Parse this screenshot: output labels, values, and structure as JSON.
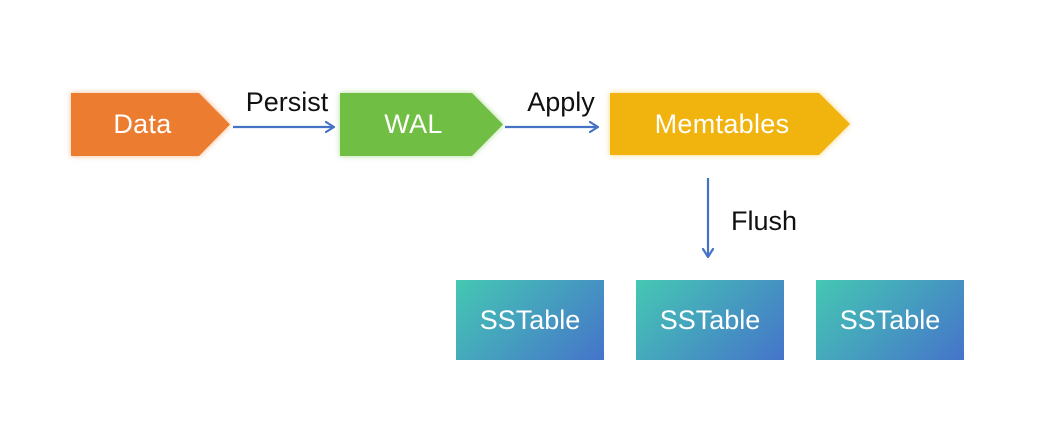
{
  "canvas": {
    "background": "#ffffff"
  },
  "nodes": {
    "data": {
      "label": "Data",
      "color": "#EC7D30",
      "text_color": "#ffffff",
      "shape": "right-arrow-pentagon"
    },
    "wal": {
      "label": "WAL",
      "color": "#70BE44",
      "text_color": "#ffffff",
      "shape": "right-arrow-pentagon"
    },
    "memtables": {
      "label": "Memtables",
      "color": "#F1B30E",
      "text_color": "#ffffff",
      "shape": "right-arrow-pentagon"
    },
    "sstables": [
      {
        "label": "SSTable"
      },
      {
        "label": "SSTable"
      },
      {
        "label": "SSTable"
      }
    ],
    "sstable_gradient": {
      "start": "#45C8B3",
      "end": "#4574CA"
    }
  },
  "edges": {
    "persist": {
      "label": "Persist",
      "from": "Data",
      "to": "WAL",
      "direction": "right"
    },
    "apply": {
      "label": "Apply",
      "from": "WAL",
      "to": "Memtables",
      "direction": "right"
    },
    "flush": {
      "label": "Flush",
      "from": "Memtables",
      "to": "SSTable",
      "direction": "down"
    },
    "arrow_color": "#4472C4",
    "label_color": "#111111"
  }
}
